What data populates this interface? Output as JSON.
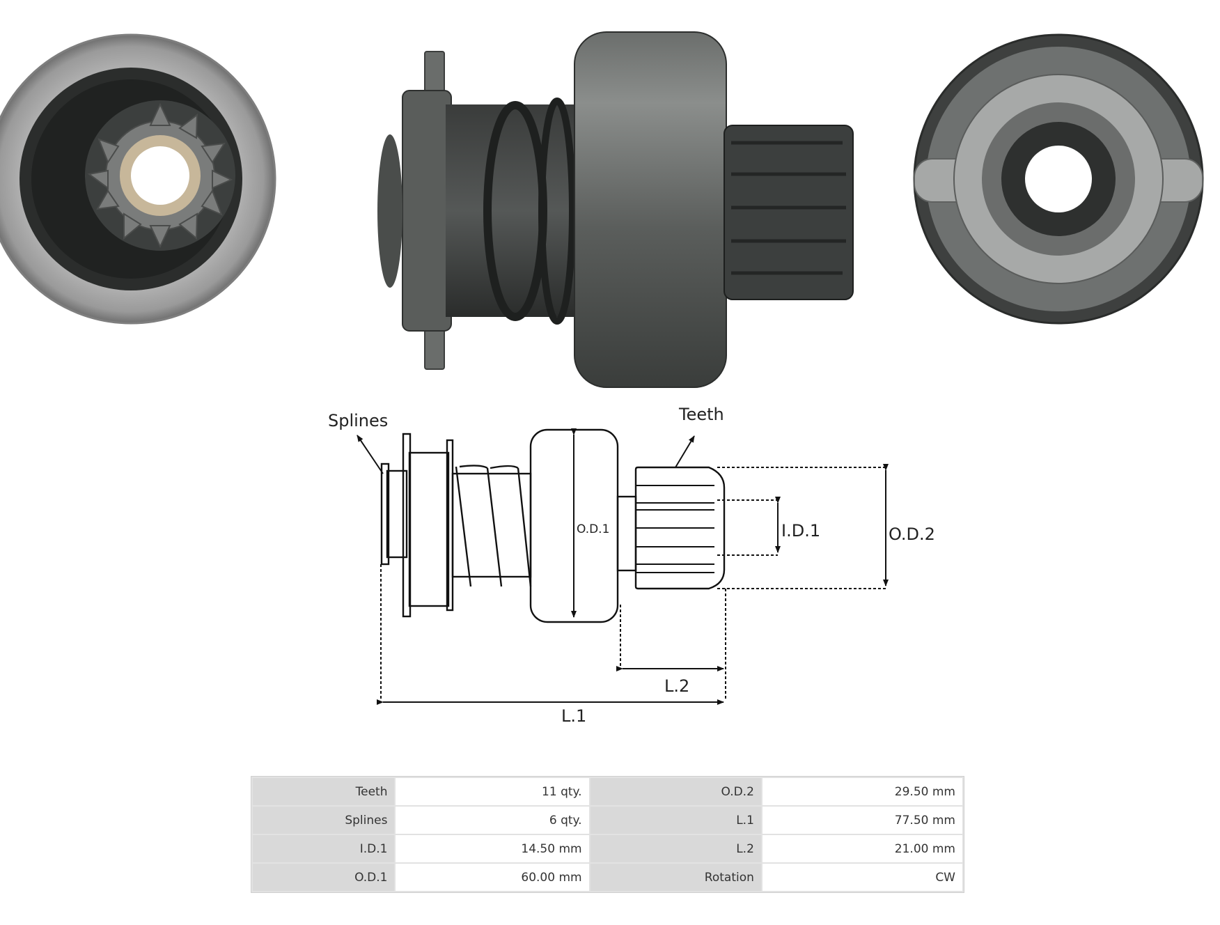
{
  "diagram": {
    "labels": {
      "splines": "Splines",
      "teeth": "Teeth",
      "od1": "O.D.1",
      "id1": "I.D.1",
      "od2": "O.D.2",
      "l1": "L.1",
      "l2": "L.2"
    }
  },
  "specs": {
    "rows": [
      {
        "k1": "Teeth",
        "v1": "11 qty.",
        "k2": "O.D.2",
        "v2": "29.50 mm"
      },
      {
        "k1": "Splines",
        "v1": "6 qty.",
        "k2": "L.1",
        "v2": "77.50 mm"
      },
      {
        "k1": "I.D.1",
        "v1": "14.50 mm",
        "k2": "L.2",
        "v2": "21.00 mm"
      },
      {
        "k1": "O.D.1",
        "v1": "60.00 mm",
        "k2": "Rotation",
        "v2": "CW"
      }
    ]
  },
  "colors": {
    "metal_light": "#bcbcbc",
    "metal_dark": "#4a4d4b",
    "line": "#111111"
  }
}
